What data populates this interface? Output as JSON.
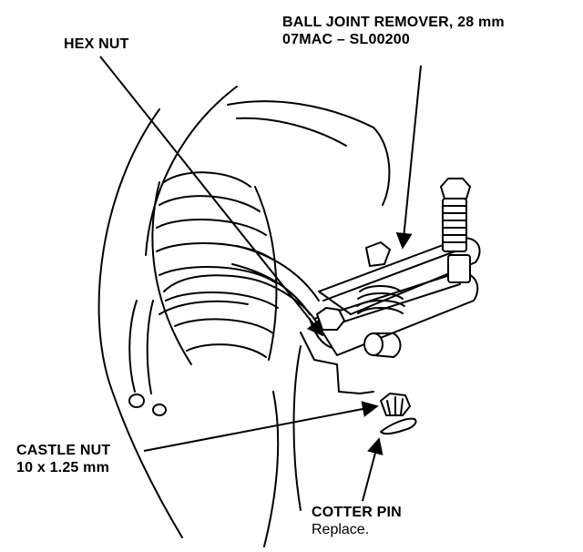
{
  "labels": {
    "ball_joint_remover_line1": "BALL JOINT REMOVER, 28 mm",
    "ball_joint_remover_line2": "07MAC – SL00200",
    "hex_nut": "HEX NUT",
    "castle_nut_line1": "CASTLE NUT",
    "castle_nut_line2": "10 x 1.25 mm",
    "cotter_pin_line1": "COTTER PIN",
    "cotter_pin_line2": "Replace."
  },
  "colors": {
    "ink": "#000000",
    "paper": "#ffffff"
  }
}
